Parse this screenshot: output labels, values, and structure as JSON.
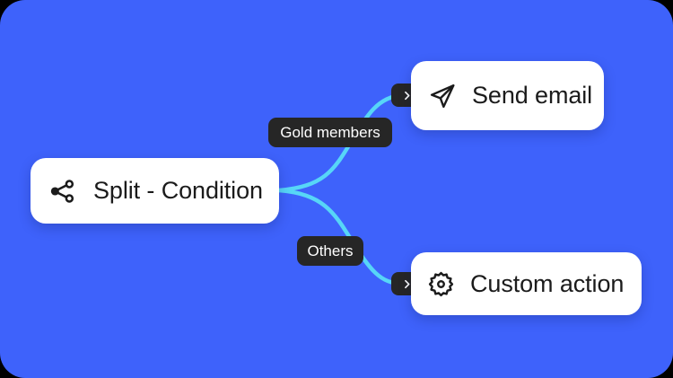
{
  "canvas": {
    "background_color": "#3E62FB",
    "edge_color": "#57D6F7",
    "card_color": "#FFFFFF",
    "pill_color": "#262626"
  },
  "nodes": [
    {
      "id": "split",
      "label": "Split - Condition",
      "icon": "share-nodes-icon"
    },
    {
      "id": "send-email",
      "label": "Send email",
      "icon": "paper-plane-icon"
    },
    {
      "id": "custom-action",
      "label": "Custom action",
      "icon": "gear-icon"
    }
  ],
  "edges": [
    {
      "id": "gold-branch",
      "label": "Gold members",
      "from": "split",
      "to": "send-email",
      "connector_glyph": "›"
    },
    {
      "id": "others-branch",
      "label": "Others",
      "from": "split",
      "to": "custom-action",
      "connector_glyph": "›"
    }
  ]
}
